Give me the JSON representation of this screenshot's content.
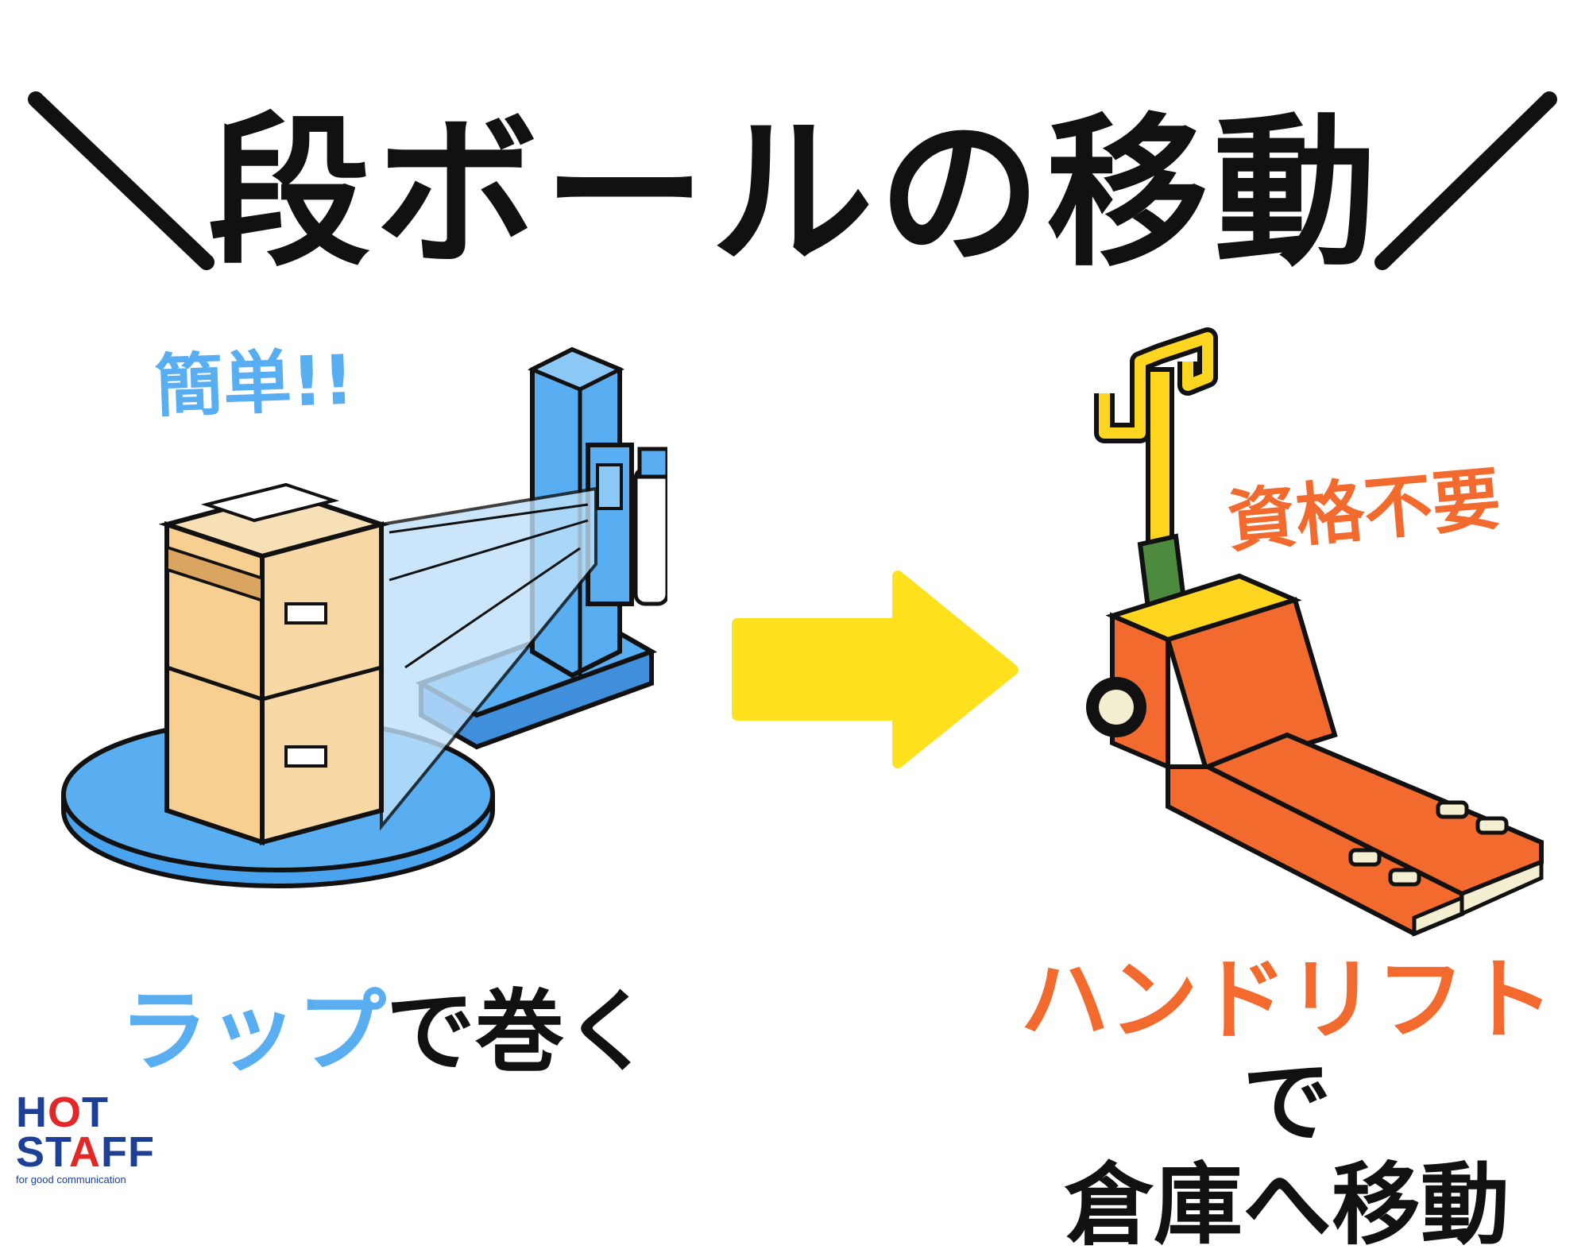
{
  "title": "段ボールの移動",
  "left_panel": {
    "tag": "簡単!!",
    "caption_highlight": "ラップ",
    "caption_rest": "で巻く"
  },
  "right_panel": {
    "tag": "資格不要",
    "caption_highlight": "ハンドリフト",
    "caption_line1_rest": "で",
    "caption_line2": "倉庫へ移動"
  },
  "logo": {
    "line1_a": "H",
    "line1_o": "O",
    "line1_b": "T",
    "line2_a": "ST",
    "line2_o": "A",
    "line2_b": "FF",
    "tagline": "for good communication"
  },
  "colors": {
    "accent_blue": "#58aef0",
    "accent_orange": "#f26a2e",
    "arrow_yellow": "#ffe01c",
    "logo_navy": "#1d3f95",
    "logo_red": "#e32727"
  },
  "icons": {
    "left_illustration": "stretch-wrap-machine-icon",
    "right_illustration": "hand-pallet-truck-icon",
    "middle": "right-arrow-icon"
  }
}
